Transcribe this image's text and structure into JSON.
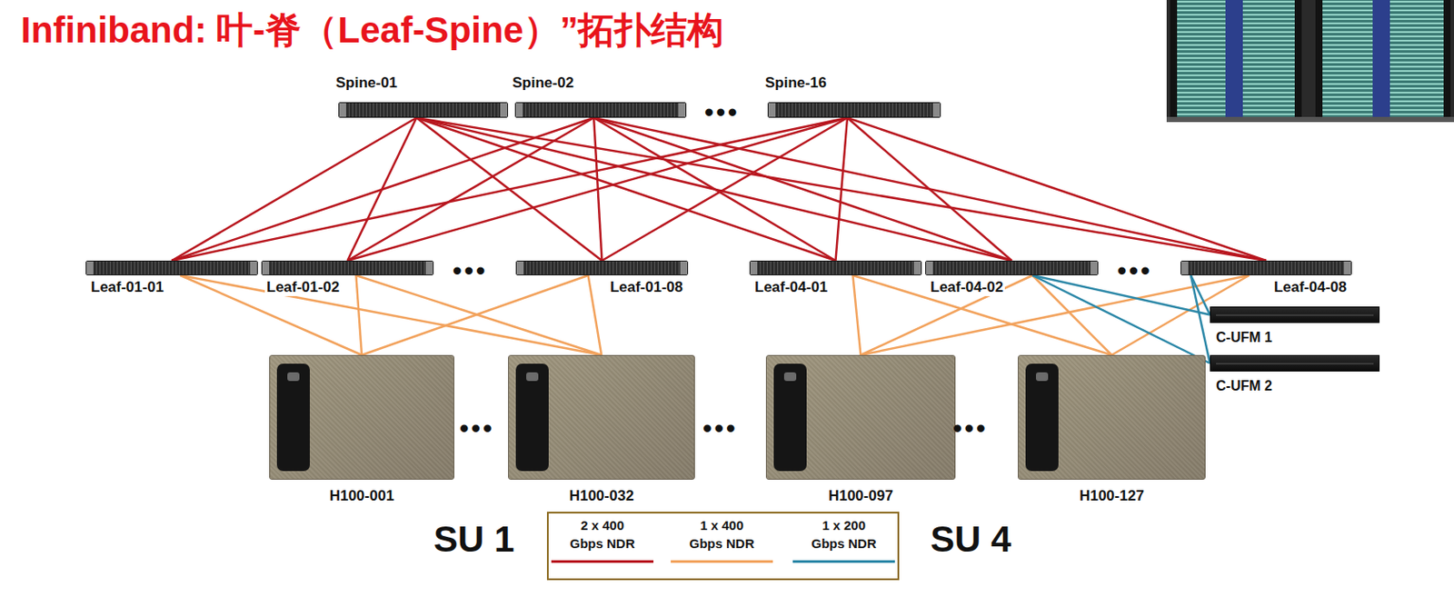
{
  "diagram": {
    "title": "Infiniband: 叶-脊（Leaf-Spine）”拓扑结构",
    "nodes": [
      {
        "text": [
          "Spine-01"
        ]
      },
      {
        "text": [
          "Spine-02"
        ]
      },
      {
        "text": [
          "Spine-16"
        ]
      },
      {
        "text": [
          "Leaf-01-01"
        ]
      },
      {
        "text": [
          "Leaf-01-02"
        ]
      },
      {
        "text": [
          "Leaf-01-08"
        ]
      },
      {
        "text": [
          "Leaf-04-01"
        ]
      },
      {
        "text": [
          "Leaf-04-02"
        ]
      },
      {
        "text": [
          "Leaf-04-08"
        ]
      },
      {
        "text": [
          "C-UFM 1"
        ]
      },
      {
        "text": [
          "C-UFM 2"
        ]
      },
      {
        "text": [
          "H100-001"
        ]
      },
      {
        "text": [
          "H100-032"
        ]
      },
      {
        "text": [
          "H100-097"
        ]
      },
      {
        "text": [
          "H100-127"
        ]
      }
    ],
    "edges": [
      {
        "from": 0,
        "to": 3,
        "arrow": "none"
      },
      {
        "from": 0,
        "to": 4,
        "arrow": "none"
      },
      {
        "from": 0,
        "to": 5,
        "arrow": "none"
      },
      {
        "from": 0,
        "to": 6,
        "arrow": "none"
      },
      {
        "from": 0,
        "to": 7,
        "arrow": "none"
      },
      {
        "from": 0,
        "to": 8,
        "arrow": "none"
      },
      {
        "from": 1,
        "to": 3,
        "arrow": "none"
      },
      {
        "from": 1,
        "to": 4,
        "arrow": "none"
      },
      {
        "from": 1,
        "to": 5,
        "arrow": "none"
      },
      {
        "from": 1,
        "to": 6,
        "arrow": "none"
      },
      {
        "from": 1,
        "to": 7,
        "arrow": "none"
      },
      {
        "from": 1,
        "to": 8,
        "arrow": "none"
      },
      {
        "from": 2,
        "to": 3,
        "arrow": "none"
      },
      {
        "from": 2,
        "to": 4,
        "arrow": "none"
      },
      {
        "from": 2,
        "to": 5,
        "arrow": "none"
      },
      {
        "from": 2,
        "to": 6,
        "arrow": "none"
      },
      {
        "from": 2,
        "to": 7,
        "arrow": "none"
      },
      {
        "from": 2,
        "to": 8,
        "arrow": "none"
      },
      {
        "from": 3,
        "to": 11,
        "arrow": "none"
      },
      {
        "from": 3,
        "to": 12,
        "arrow": "none"
      },
      {
        "from": 4,
        "to": 11,
        "arrow": "none"
      },
      {
        "from": 4,
        "to": 12,
        "arrow": "none"
      },
      {
        "from": 5,
        "to": 11,
        "arrow": "none"
      },
      {
        "from": 5,
        "to": 12,
        "arrow": "none"
      },
      {
        "from": 6,
        "to": 13,
        "arrow": "none"
      },
      {
        "from": 6,
        "to": 14,
        "arrow": "none"
      },
      {
        "from": 7,
        "to": 13,
        "arrow": "none"
      },
      {
        "from": 7,
        "to": 14,
        "arrow": "none"
      },
      {
        "from": 8,
        "to": 13,
        "arrow": "none"
      },
      {
        "from": 8,
        "to": 14,
        "arrow": "none"
      },
      {
        "from": 7,
        "to": 9,
        "arrow": "none"
      },
      {
        "from": 7,
        "to": 10,
        "arrow": "none"
      },
      {
        "from": 8,
        "to": 9,
        "arrow": "none"
      },
      {
        "from": 8,
        "to": 10,
        "arrow": "none"
      }
    ],
    "labels": [
      "•••",
      "•••",
      "•••",
      "•••",
      "•••",
      "•••",
      "SU 1",
      "SU 4"
    ],
    "legend": [
      {
        "text": "2 x 400 Gbps NDR"
      },
      {
        "text": "1 x 400 Gbps NDR"
      },
      {
        "text": "1 x 200 Gbps NDR"
      }
    ]
  }
}
